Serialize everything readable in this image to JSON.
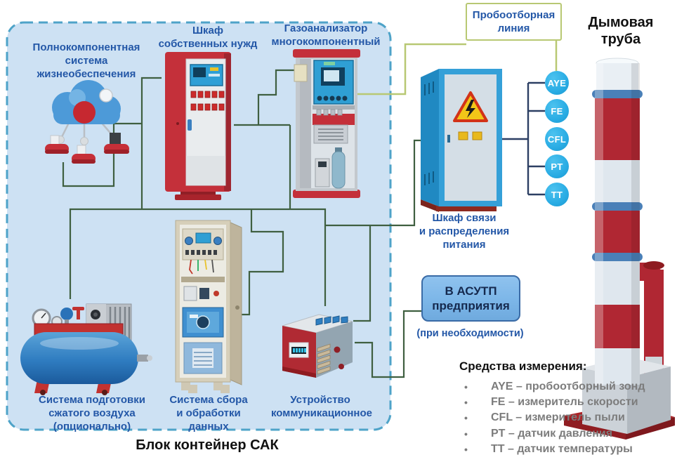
{
  "colors": {
    "container_fill": "#cde1f3",
    "container_border": "#4ea3c8",
    "label_blue": "#2357a7",
    "line_dark_green": "#3f5f40",
    "line_olive": "#b8c873",
    "line_navy": "#2c3f63",
    "sensor_circle_blue": "#29ace4",
    "asutp_fill": "#7cb6e8",
    "asutp_border": "#3a6ba6",
    "legend_gray": "#7c7c7c"
  },
  "container": {
    "title": "Блок контейнер САК",
    "equipment": {
      "life_support": "Полнокомпонентная система\nжизнеобеспечения",
      "own_needs": "Шкаф\nсобственных нужд",
      "gas_analyzer": "Газоанализатор\nмногокомпонентный",
      "air_prep": "Система подготовки\nсжатого воздуха (опционально)",
      "data_acq": "Система сбора\nи обработки данных",
      "comm_device": "Устройство\nкоммуникационное"
    }
  },
  "right_side": {
    "sampling_line": "Пробоотборная\nлиния",
    "stack_title": "Дымовая\nтруба",
    "comm_cabinet": "Шкаф связи\nи распределения\nпитания",
    "asutp": "В АСУТП\nпредприятия",
    "asutp_note": "(при необходимости)",
    "sensors": [
      {
        "label": "AYE"
      },
      {
        "label": "FE"
      },
      {
        "label": "CFL"
      },
      {
        "label": "PT"
      },
      {
        "label": "TT"
      }
    ],
    "legend": {
      "title": "Средства измерения:",
      "bullet": "•",
      "items": [
        "AYE – пробоотборный зонд",
        "FE – измеритель скорости",
        "CFL – измеритель пыли",
        "PT – датчик давления",
        "TT – датчик температуры"
      ]
    }
  }
}
